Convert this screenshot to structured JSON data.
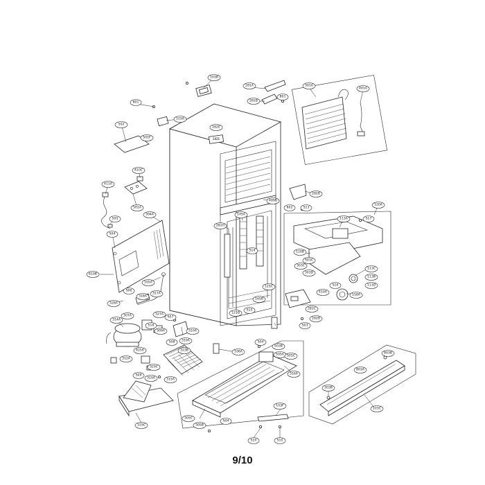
{
  "page_number": "9/10",
  "callouts": [
    "103B",
    "801",
    "103A",
    "502",
    "501F",
    "281A",
    "281B",
    "801",
    "301A",
    "401A",
    "282E",
    "410C",
    "411A",
    "501A",
    "304A",
    "409B",
    "602",
    "S13",
    "282B",
    "120A",
    "505",
    "504",
    "113A",
    "S17",
    "282H",
    "145A",
    "S14",
    "120B",
    "S03C",
    "303C",
    "303D",
    "113C",
    "113B",
    "113D",
    "410A",
    "619B",
    "105A",
    "125C",
    "S16",
    "S15",
    "158A",
    "328A",
    "S06",
    "318A",
    "317A",
    "S07",
    "310A",
    "125D",
    "165B",
    "282C",
    "307A",
    "327A",
    "S18",
    "S03",
    "282B",
    "314A",
    "309A",
    "319A",
    "106A",
    "312A",
    "S08",
    "323B",
    "S04",
    "S03B",
    "S05A",
    "S05C",
    "425A",
    "329C",
    "S09",
    "316A",
    "319A",
    "303B",
    "803A",
    "803B",
    "103C",
    "305C",
    "305B",
    "S04",
    "103F",
    "S10",
    "S10",
    "319C",
    "315A"
  ]
}
